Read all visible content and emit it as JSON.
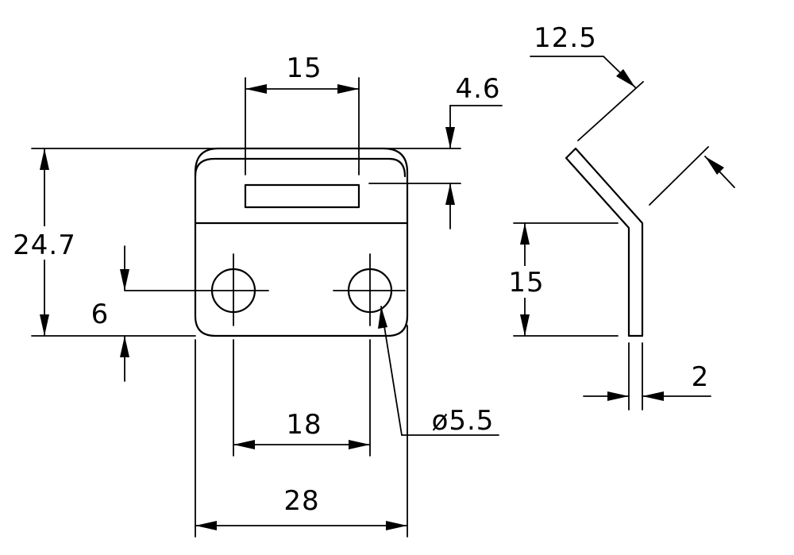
{
  "dimensions": {
    "slot_width": "15",
    "slot_offset": "4.6",
    "overall_height": "24.7",
    "hole_offset": "6",
    "hole_spacing": "18",
    "overall_width": "28",
    "hole_diameter": "ø5.5",
    "flange_length": "12.5",
    "side_height": "15",
    "thickness": "2"
  }
}
